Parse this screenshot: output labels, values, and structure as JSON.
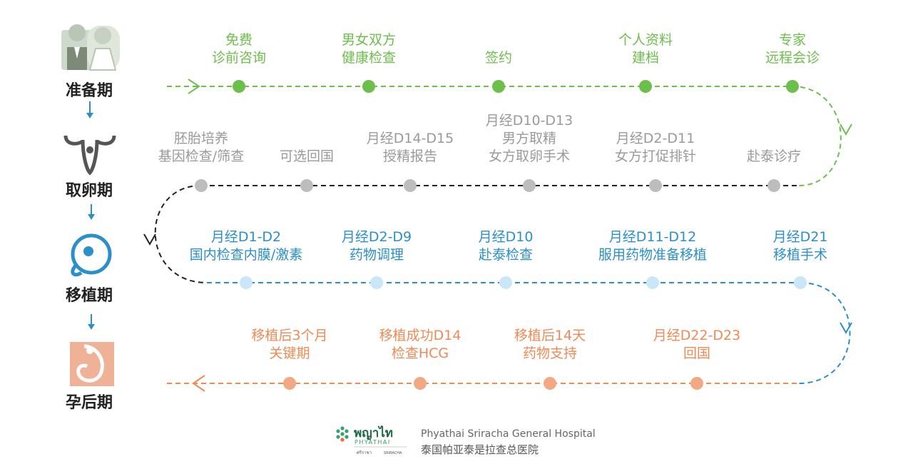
{
  "colors": {
    "green": "#6dbf4c",
    "gray": "#9a9a9a",
    "blue": "#2b8fc9",
    "blue_dot": "#c9e7f7",
    "orange": "#ee8a55",
    "orange_dot": "#f2a882",
    "dark": "#222222"
  },
  "phases": [
    {
      "name": "准备期",
      "icon": "couple-icon"
    },
    {
      "name": "取卵期",
      "icon": "uterus-icon"
    },
    {
      "name": "移植期",
      "icon": "embryo-icon"
    },
    {
      "name": "孕后期",
      "icon": "pregnancy-icon"
    }
  ],
  "rows": [
    {
      "color": "green",
      "steps": [
        {
          "lines": [
            "免费",
            "诊前咨询"
          ]
        },
        {
          "lines": [
            "男女双方",
            "健康检查"
          ]
        },
        {
          "lines": [
            "签约"
          ]
        },
        {
          "lines": [
            "个人资料",
            "建档"
          ]
        },
        {
          "lines": [
            "专家",
            "远程会诊"
          ]
        }
      ]
    },
    {
      "color": "gray",
      "steps": [
        {
          "lines": [
            "胚胎培养",
            "基因检查/筛查"
          ]
        },
        {
          "lines": [
            "可选回国"
          ]
        },
        {
          "lines": [
            "月经D14-D15",
            "授精报告"
          ]
        },
        {
          "lines": [
            "月经D10-D13",
            "男方取精",
            "女方取卵手术"
          ]
        },
        {
          "lines": [
            "月经D2-D11",
            "女方打促排针"
          ]
        },
        {
          "lines": [
            "赴泰诊疗"
          ]
        }
      ]
    },
    {
      "color": "blue",
      "steps": [
        {
          "lines": [
            "月经D1-D2",
            "国内检查内膜/激素"
          ]
        },
        {
          "lines": [
            "月经D2-D9",
            "药物调理"
          ]
        },
        {
          "lines": [
            "月经D10",
            "赴泰检查"
          ]
        },
        {
          "lines": [
            "月经D11-D12",
            "服用药物准备移植"
          ]
        },
        {
          "lines": [
            "月经D21",
            "移植手术"
          ]
        }
      ]
    },
    {
      "color": "orange",
      "steps": [
        {
          "lines": [
            "移植后3个月",
            "关键期"
          ]
        },
        {
          "lines": [
            "移植成功D14",
            "检查HCG"
          ]
        },
        {
          "lines": [
            "移植后14天",
            "药物支持"
          ]
        },
        {
          "lines": [
            "月经D22-D23",
            "回国"
          ]
        }
      ]
    }
  ],
  "footer": {
    "hospital_en": "Phyathai Sriracha General Hospital",
    "hospital_cn": "泰国帕亚泰是拉查总医院",
    "logo_thai": "พญาไท",
    "logo_en": "PHYATHAI",
    "logo_sub_thai": "ศรีราชา",
    "logo_sub_en": "SRIRACHA"
  }
}
